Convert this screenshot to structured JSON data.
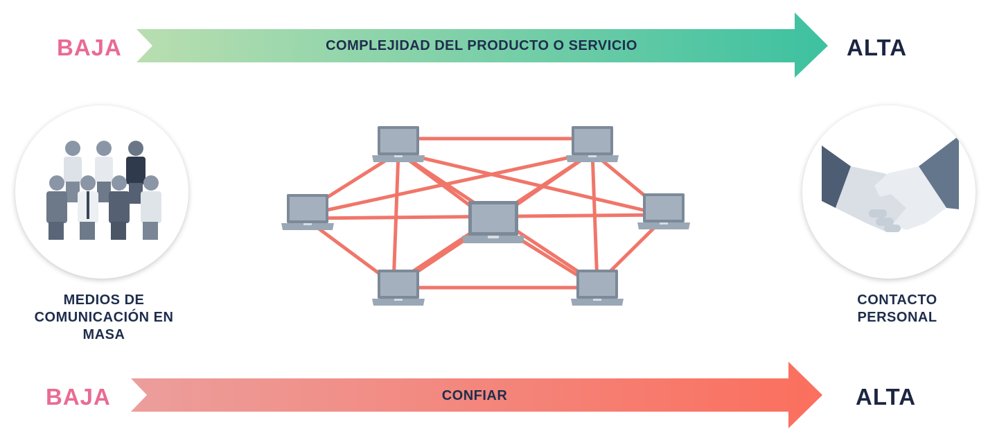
{
  "top_scale": {
    "low": "BAJA",
    "label": "COMPLEJIDAD DEL PRODUCTO O SERVICIO",
    "high": "ALTA",
    "gradient": [
      "#b9deb0",
      "#3dc1a0"
    ]
  },
  "bottom_scale": {
    "low": "BAJA",
    "label": "CONFIAR",
    "high": "ALTA",
    "gradient": [
      "#ec9e9c",
      "#fb6f5d"
    ]
  },
  "left_caption": [
    "MEDIOS DE",
    "COMUNICACIÓN EN",
    "MASA"
  ],
  "right_caption": [
    "CONTACTO",
    "PERSONAL"
  ],
  "icons": {
    "left": "crowd-icon",
    "center": "laptop-network-icon",
    "right": "handshake-icon"
  },
  "colors": {
    "network_line": "#f0766a",
    "laptop": "#9aa7b5",
    "laptop_dark": "#7c8998"
  }
}
